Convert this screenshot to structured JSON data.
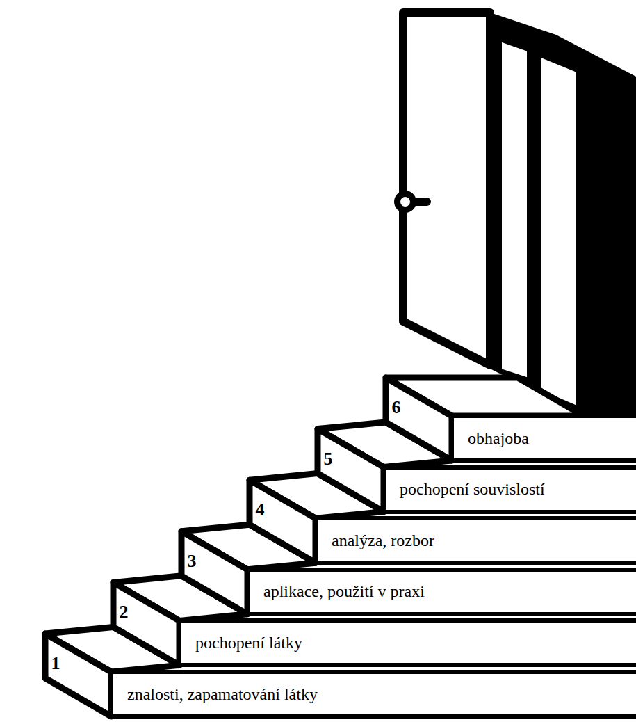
{
  "diagram": {
    "nodes": [
      {
        "text": [
          "znalosti, zapamatování látky"
        ]
      },
      {
        "text": [
          "pochopení látky"
        ]
      },
      {
        "text": [
          "aplikace, použití v praxi"
        ]
      },
      {
        "text": [
          "analýza, rozbor"
        ]
      },
      {
        "text": [
          "pochopení souvislostí"
        ]
      },
      {
        "text": [
          "obhajoba"
        ]
      }
    ],
    "labels": [
      "1",
      "2",
      "3",
      "4",
      "5",
      "6"
    ]
  }
}
